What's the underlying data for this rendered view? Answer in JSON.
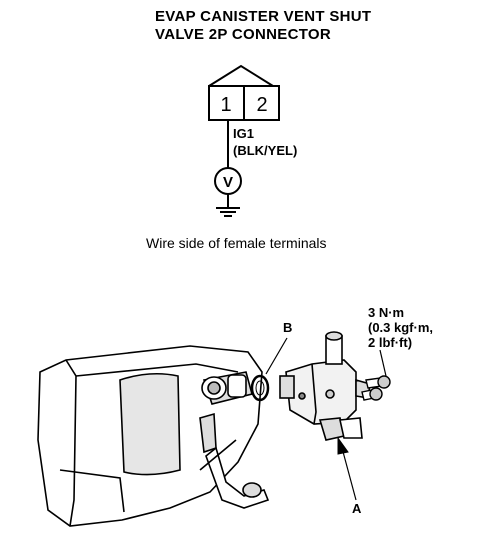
{
  "diagram": {
    "title_line1": "EVAP CANISTER VENT SHUT",
    "title_line2": "VALVE 2P CONNECTOR",
    "terminal_1": "1",
    "terminal_2": "2",
    "wire_label": "IG1",
    "wire_color": "(BLK/YEL)",
    "meter_symbol": "V",
    "caption": "Wire side of female terminals",
    "callout_b": "B",
    "callout_a": "A",
    "torque_line1": "3 N·m",
    "torque_line2": "(0.3 kgf·m,",
    "torque_line3": "2 lbf·ft)"
  }
}
